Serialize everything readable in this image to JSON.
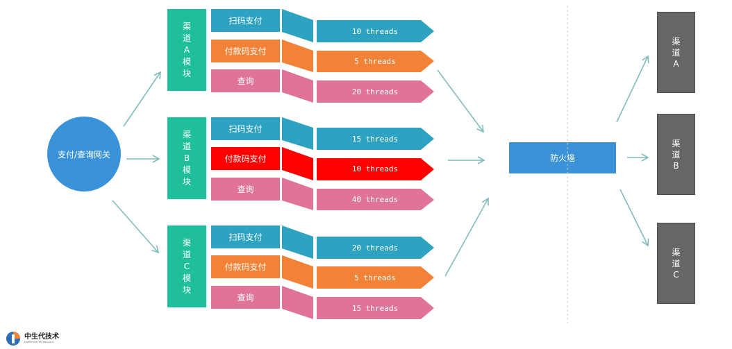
{
  "gateway": {
    "label": "支付/查询网关"
  },
  "modules": [
    {
      "chars": [
        "渠",
        "道",
        "A",
        "模",
        "块"
      ],
      "rows": [
        {
          "type": "扫码支付",
          "threads": "10 threads",
          "color": "#2ea3c1"
        },
        {
          "type": "付款码支付",
          "threads": "5 threads",
          "color": "#f18236"
        },
        {
          "type": "查询",
          "threads": "20 threads",
          "color": "#e07398"
        }
      ]
    },
    {
      "chars": [
        "渠",
        "道",
        "B",
        "模",
        "块"
      ],
      "rows": [
        {
          "type": "扫码支付",
          "threads": "15 threads",
          "color": "#2ea3c1"
        },
        {
          "type": "付款码支付",
          "threads": "10 threads",
          "color": "#ff0000"
        },
        {
          "type": "查询",
          "threads": "40 threads",
          "color": "#e07398"
        }
      ]
    },
    {
      "chars": [
        "渠",
        "道",
        "C",
        "模",
        "块"
      ],
      "rows": [
        {
          "type": "扫码支付",
          "threads": "20 threads",
          "color": "#2ea3c1"
        },
        {
          "type": "付款码支付",
          "threads": "5 threads",
          "color": "#f18236"
        },
        {
          "type": "查询",
          "threads": "15 threads",
          "color": "#e07398"
        }
      ]
    }
  ],
  "firewall": {
    "label": "防火墙"
  },
  "channels": [
    {
      "chars": [
        "渠",
        "道",
        "A"
      ]
    },
    {
      "chars": [
        "渠",
        "道",
        "B"
      ]
    },
    {
      "chars": [
        "渠",
        "道",
        "C"
      ]
    }
  ],
  "logo": {
    "text": "中生代技术",
    "sub": "FREESHION TECHNOLOGY"
  },
  "colors": {
    "gateway": "#3a93d8",
    "module": "#1ebf9a",
    "channel": "#666666",
    "arrow": "#7fbcbc"
  }
}
